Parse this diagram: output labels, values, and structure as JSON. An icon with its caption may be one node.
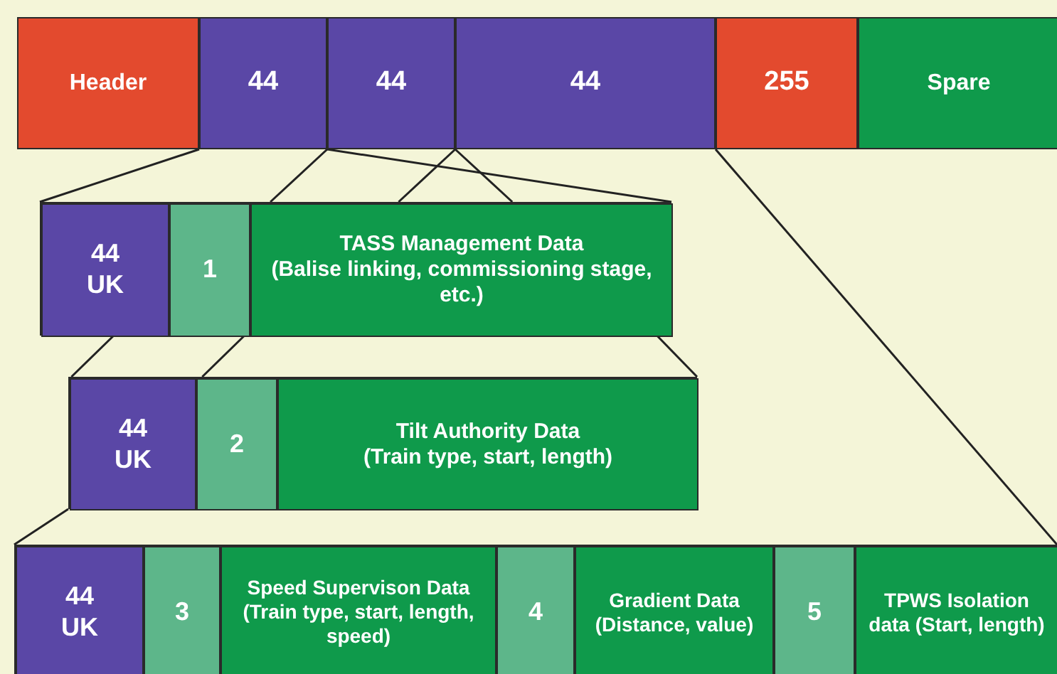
{
  "diagram": {
    "nodes": [
      {
        "text": [
          "Header"
        ]
      },
      {
        "text": [
          "44"
        ]
      },
      {
        "text": [
          "44"
        ]
      },
      {
        "text": [
          "44"
        ]
      },
      {
        "text": [
          "255"
        ]
      },
      {
        "text": [
          "Spare"
        ]
      },
      {
        "text": [],
        "shape": "box"
      },
      {
        "text": [
          "44 UK"
        ],
        "in": 6
      },
      {
        "text": [
          "1"
        ],
        "in": 6
      },
      {
        "text": [
          "TASS Management Data",
          "(Balise linking, commissioning stage, etc.)"
        ],
        "in": 6
      },
      {
        "text": [],
        "shape": "box"
      },
      {
        "text": [
          "44 UK"
        ],
        "in": 10
      },
      {
        "text": [
          "2"
        ],
        "in": 10
      },
      {
        "text": [
          "Tilt Authority Data",
          "(Train type, start, length)"
        ],
        "in": 10
      },
      {
        "text": [],
        "shape": "box"
      },
      {
        "text": [
          "44 UK"
        ],
        "in": 14
      },
      {
        "text": [
          "3"
        ],
        "in": 14
      },
      {
        "text": [
          "Speed Supervison Data (Train type, start, length, speed)"
        ],
        "in": 14
      },
      {
        "text": [
          "4"
        ],
        "in": 14
      },
      {
        "text": [
          "Gradient Data",
          "(Distance, value)"
        ],
        "in": 14
      },
      {
        "text": [
          "5"
        ],
        "in": 14
      },
      {
        "text": [
          "TPWS Isolation data (Start, length)"
        ],
        "in": 14
      }
    ],
    "edges": [
      {
        "from": 1,
        "to": 6,
        "arrow": "none"
      },
      {
        "from": 1,
        "to": 6,
        "arrow": "none"
      },
      {
        "from": 2,
        "to": 6,
        "arrow": "none"
      },
      {
        "from": 2,
        "to": 6,
        "arrow": "none"
      },
      {
        "from": 3,
        "to": 6,
        "arrow": "none"
      },
      {
        "from": 3,
        "to": 14,
        "arrow": "none"
      },
      {
        "from": 6,
        "to": 10,
        "arrow": "none"
      },
      {
        "from": 6,
        "to": 10,
        "arrow": "none"
      },
      {
        "from": 6,
        "to": 10,
        "arrow": "none"
      },
      {
        "from": 10,
        "to": 14,
        "arrow": "none"
      }
    ]
  }
}
